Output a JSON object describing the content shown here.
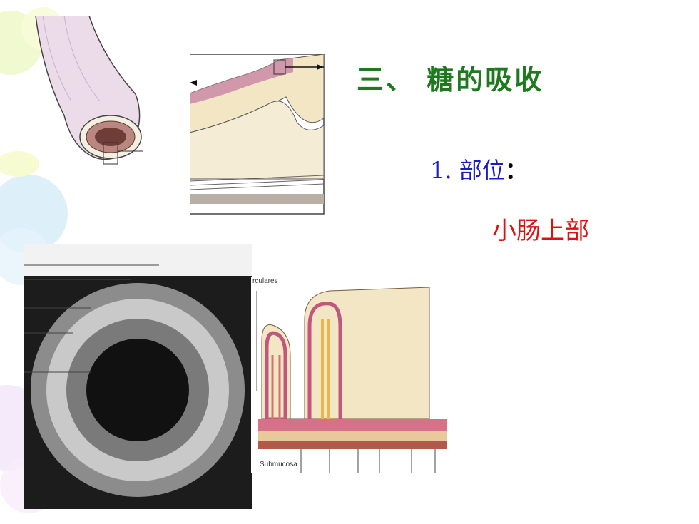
{
  "slide": {
    "title": "三、 糖的吸收",
    "point_number": "1. ",
    "point_label": "部位",
    "point_colon": "：",
    "answer": "小肠上部"
  },
  "figures": {
    "villi_diagram_label_top": "rculares",
    "villi_diagram_label_bottom": "Submucosa"
  },
  "colors": {
    "title": "#1f7a1f",
    "point_number": "#1b1bc8",
    "answer": "#e01010",
    "tissue_pink": "#c98aa6",
    "tissue_cream": "#f3e6c4"
  }
}
